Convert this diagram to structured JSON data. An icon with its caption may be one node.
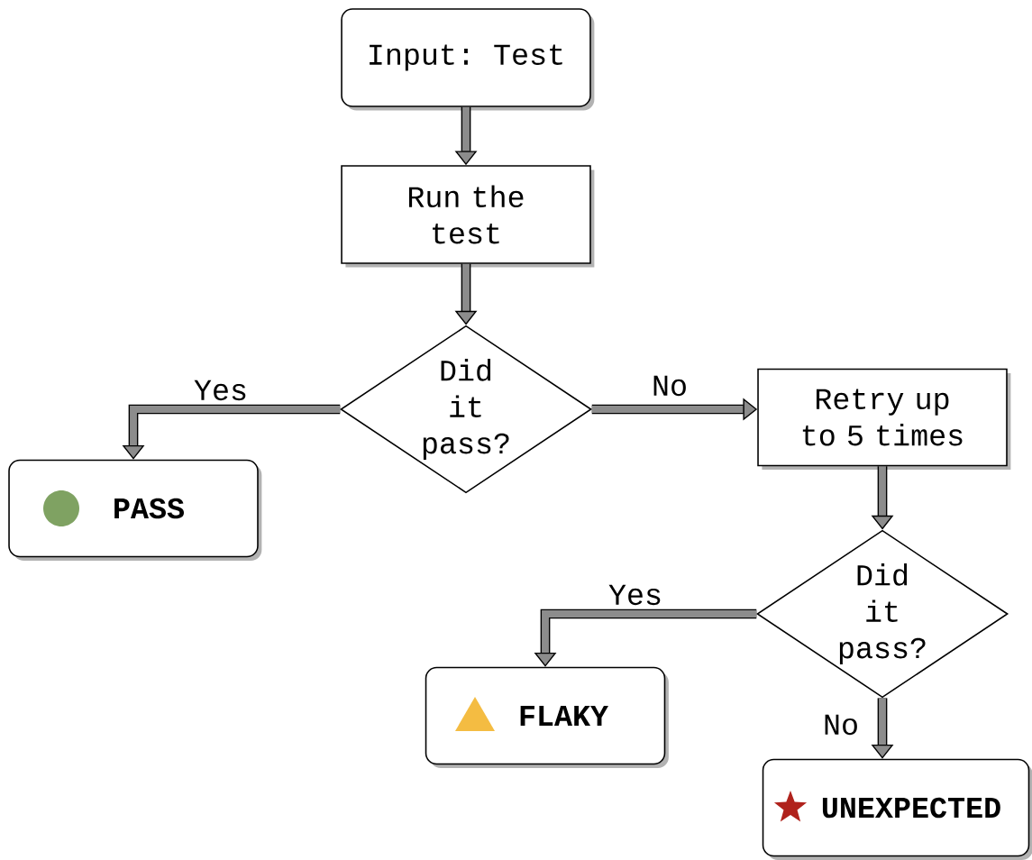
{
  "diagram": {
    "nodes": [
      {
        "text": [
          "Input: Test"
        ]
      },
      {
        "text": [
          "Run the test"
        ]
      },
      {
        "text": [
          "Did it pass?"
        ]
      },
      {
        "text": [
          "Retry up to 5 times"
        ]
      },
      {
        "text": [
          "PASS"
        ]
      },
      {
        "text": [
          "Did it pass?"
        ]
      },
      {
        "text": [
          "FLAKY"
        ]
      },
      {
        "text": [
          "UNEXPECTED"
        ]
      }
    ],
    "edges": [
      {
        "from": 0,
        "to": 1,
        "arrow": "to"
      },
      {
        "from": 1,
        "to": 2,
        "arrow": "to"
      },
      {
        "from": 2,
        "to": 4,
        "arrow": "to",
        "label": "Yes"
      },
      {
        "from": 2,
        "to": 3,
        "arrow": "to",
        "label": "No"
      },
      {
        "from": 3,
        "to": 5,
        "arrow": "to"
      },
      {
        "from": 5,
        "to": 6,
        "arrow": "to",
        "label": "Yes"
      },
      {
        "from": 5,
        "to": 7,
        "arrow": "to",
        "label": "No"
      }
    ]
  }
}
